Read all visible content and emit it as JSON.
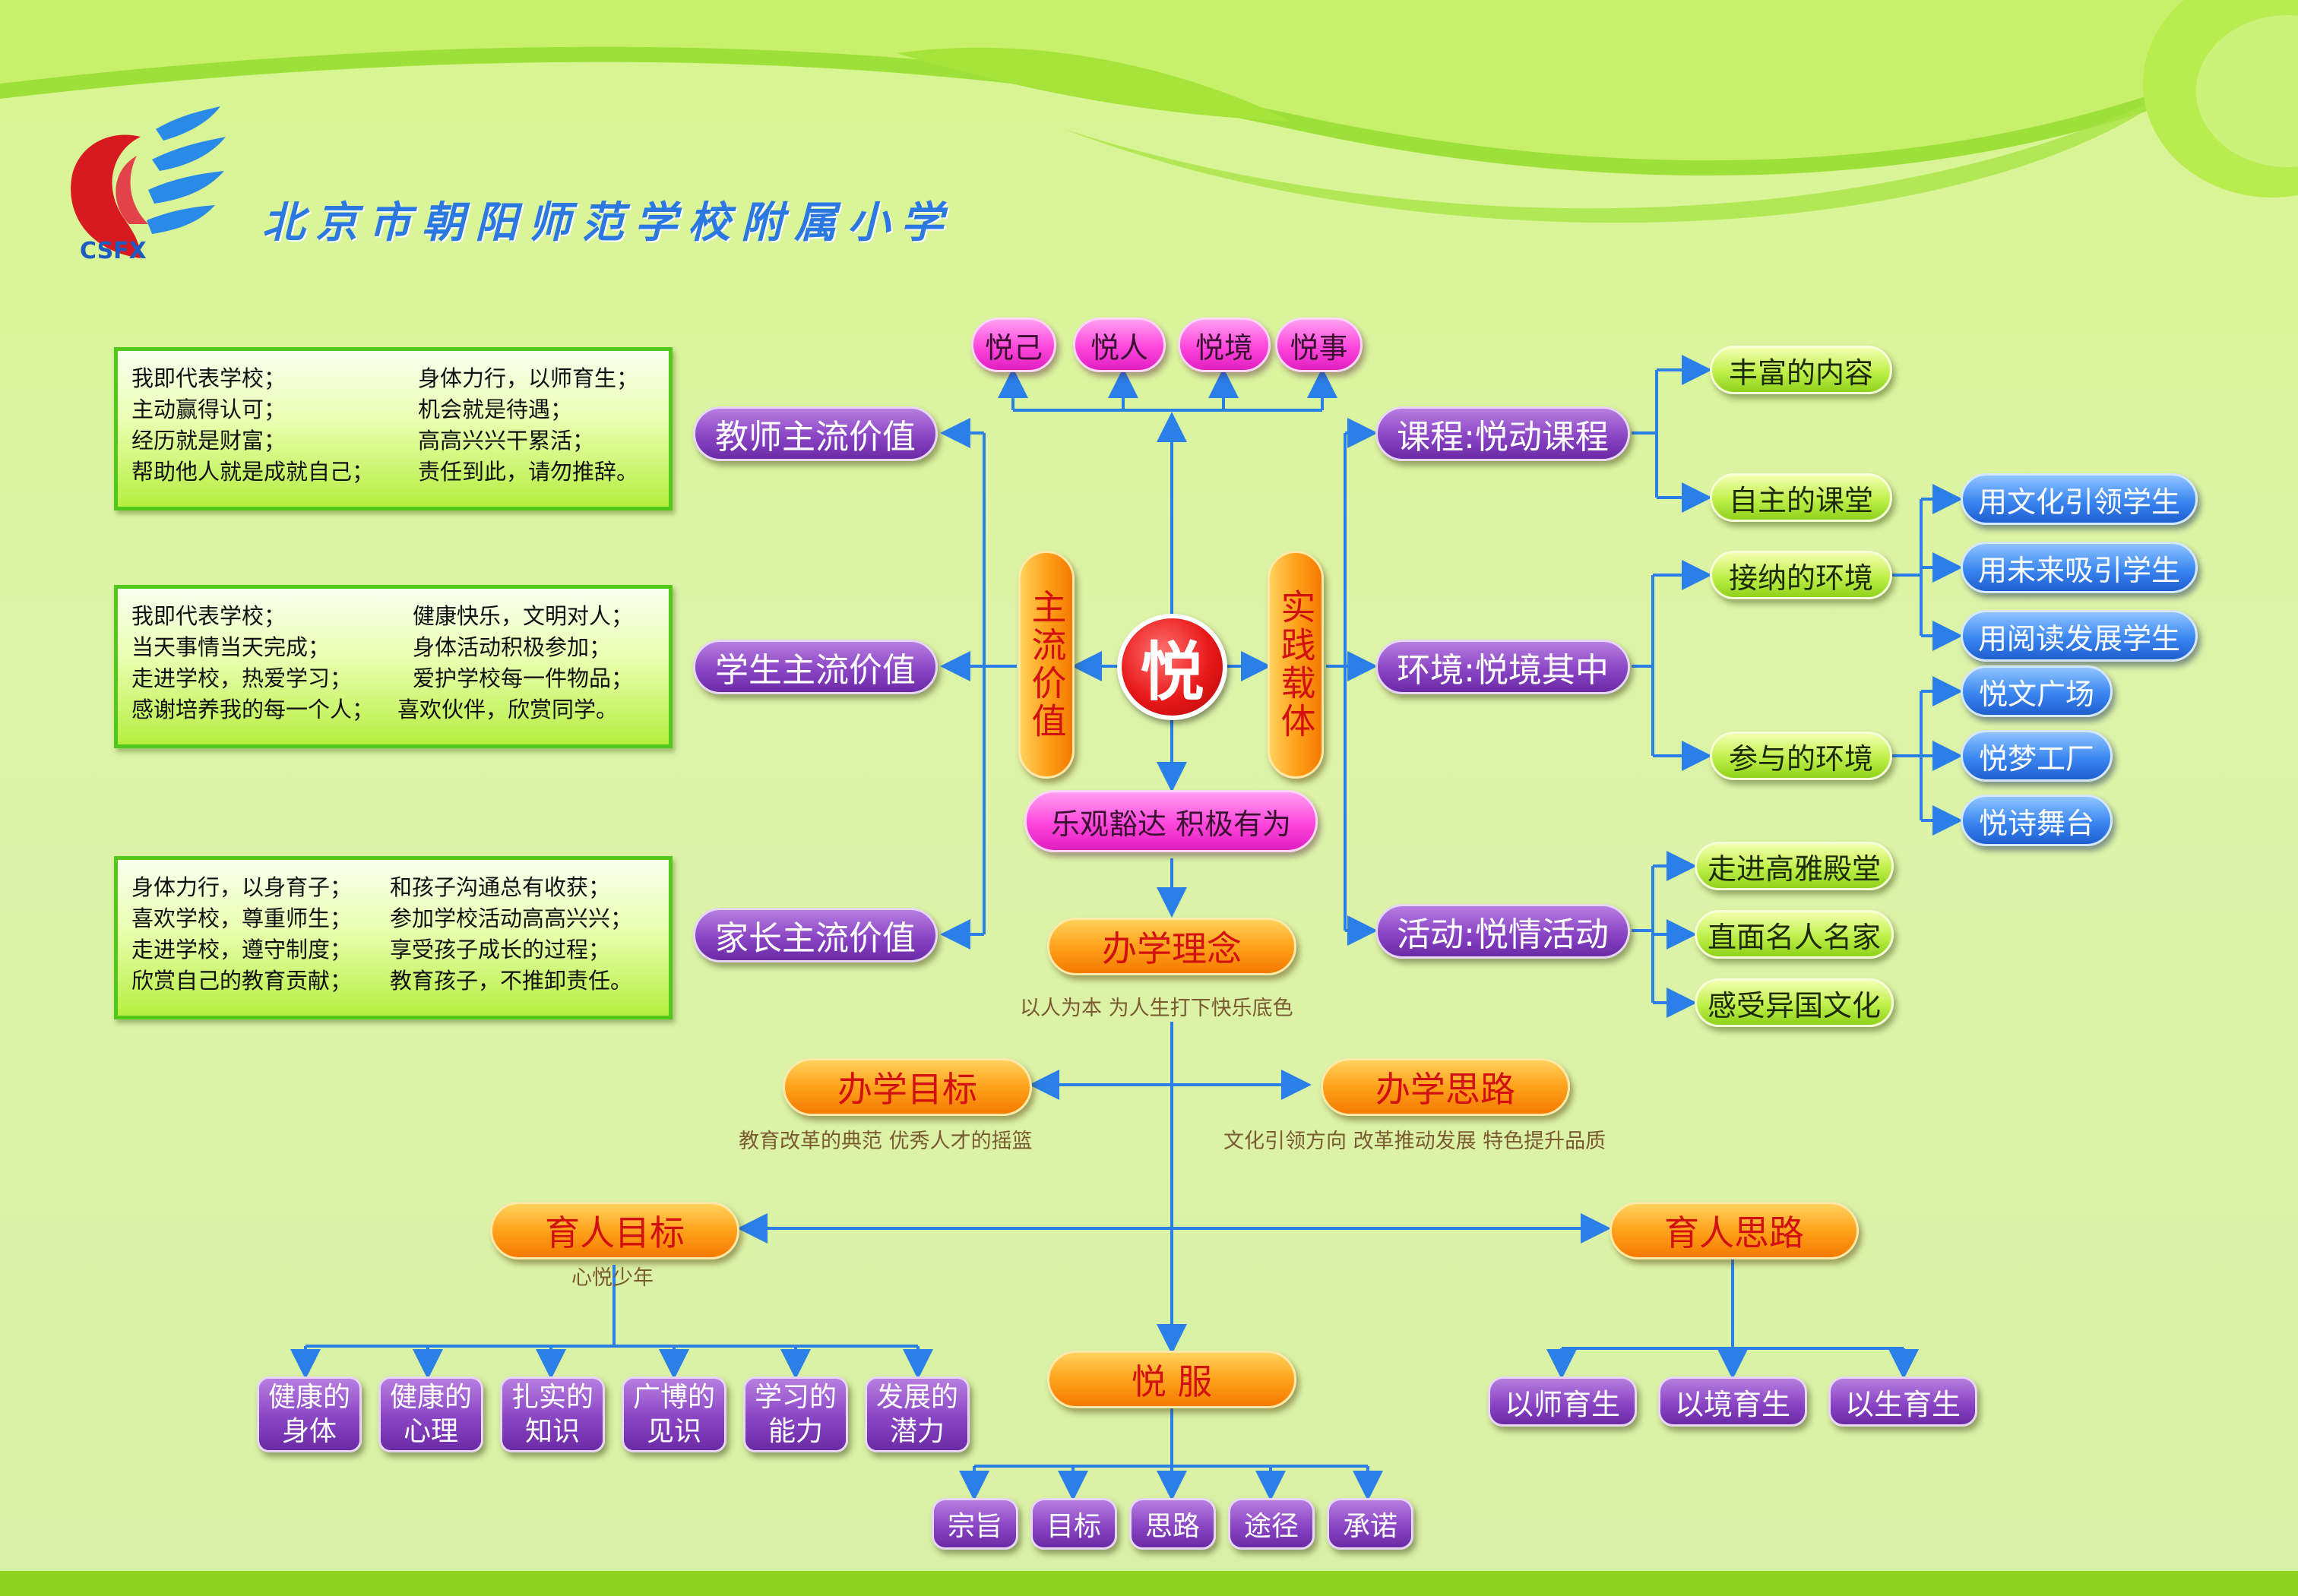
{
  "header": {
    "school_name": "北京市朝阳师范学校附属小学",
    "logo_text": "CSFX"
  },
  "center": {
    "symbol": "悦",
    "motto": "乐观豁达 积极有为"
  },
  "top_items": [
    "悦己",
    "悦人",
    "悦境",
    "悦事"
  ],
  "left_vertical": "主流价值",
  "right_vertical": "实践载体",
  "value_nodes": [
    {
      "label": "教师主流价值",
      "lines": [
        [
          "我即代表学校；",
          "身体力行，以师育生；"
        ],
        [
          "主动赢得认可；",
          "机会就是待遇；"
        ],
        [
          "经历就是财富；",
          "高高兴兴干累活；"
        ],
        [
          "帮助他人就是成就自己；",
          "责任到此，请勿推辞。"
        ]
      ]
    },
    {
      "label": "学生主流价值",
      "lines": [
        [
          "我即代表学校；",
          "健康快乐，文明对人；"
        ],
        [
          "当天事情当天完成；",
          "身体活动积极参加；"
        ],
        [
          "走进学校，热爱学习；",
          "爱护学校每一件物品；"
        ],
        [
          "感谢培养我的每一个人；",
          "喜欢伙伴，欣赏同学。"
        ]
      ]
    },
    {
      "label": "家长主流价值",
      "lines": [
        [
          "身体力行，以身育子；",
          "和孩子沟通总有收获；"
        ],
        [
          "喜欢学校，尊重师生；",
          "参加学校活动高高兴兴；"
        ],
        [
          "走进学校，遵守制度；",
          "享受孩子成长的过程；"
        ],
        [
          "欣赏自己的教育贡献；",
          "教育孩子，不推卸责任。"
        ]
      ]
    }
  ],
  "carriers": [
    {
      "label": "课程:悦动课程",
      "children": [
        "丰富的内容",
        "自主的课堂"
      ]
    },
    {
      "label": "环境:悦境其中",
      "children": [
        "接纳的环境",
        "参与的环境"
      ]
    },
    {
      "label": "活动:悦情活动",
      "children": [
        "走进高雅殿堂",
        "直面名人名家",
        "感受异国文化"
      ]
    }
  ],
  "environment_accept": [
    "用文化引领学生",
    "用未来吸引学生",
    "用阅读发展学生"
  ],
  "environment_participate": [
    "悦文广场",
    "悦梦工厂",
    "悦诗舞台"
  ],
  "philosophy": {
    "label": "办学理念",
    "sub": "以人为本 为人生打下快乐底色"
  },
  "goal": {
    "label": "办学目标",
    "sub": "教育改革的典范 优秀人才的摇篮"
  },
  "approach": {
    "label": "办学思路",
    "sub": "文化引领方向 改革推动发展 特色提升品质"
  },
  "edu_goal": {
    "label": "育人目标",
    "sub": "心悦少年",
    "items": [
      [
        "健康的",
        "身体"
      ],
      [
        "健康的",
        "心理"
      ],
      [
        "扎实的",
        "知识"
      ],
      [
        "广博的",
        "见识"
      ],
      [
        "学习的",
        "能力"
      ],
      [
        "发展的",
        "潜力"
      ]
    ]
  },
  "edu_approach": {
    "label": "育人思路",
    "items": [
      "以师育生",
      "以境育生",
      "以生育生"
    ]
  },
  "service": {
    "label": "悦 服",
    "items": [
      "宗旨",
      "目标",
      "思路",
      "途径",
      "承诺"
    ]
  },
  "colors": {
    "line": "#2a7fe8",
    "purple": "#8a45c4",
    "orange": "#ffa21c",
    "magenta": "#ff46dc",
    "lime": "#bff04a",
    "blue": "#3a86f0",
    "title": "#2a78e0"
  }
}
